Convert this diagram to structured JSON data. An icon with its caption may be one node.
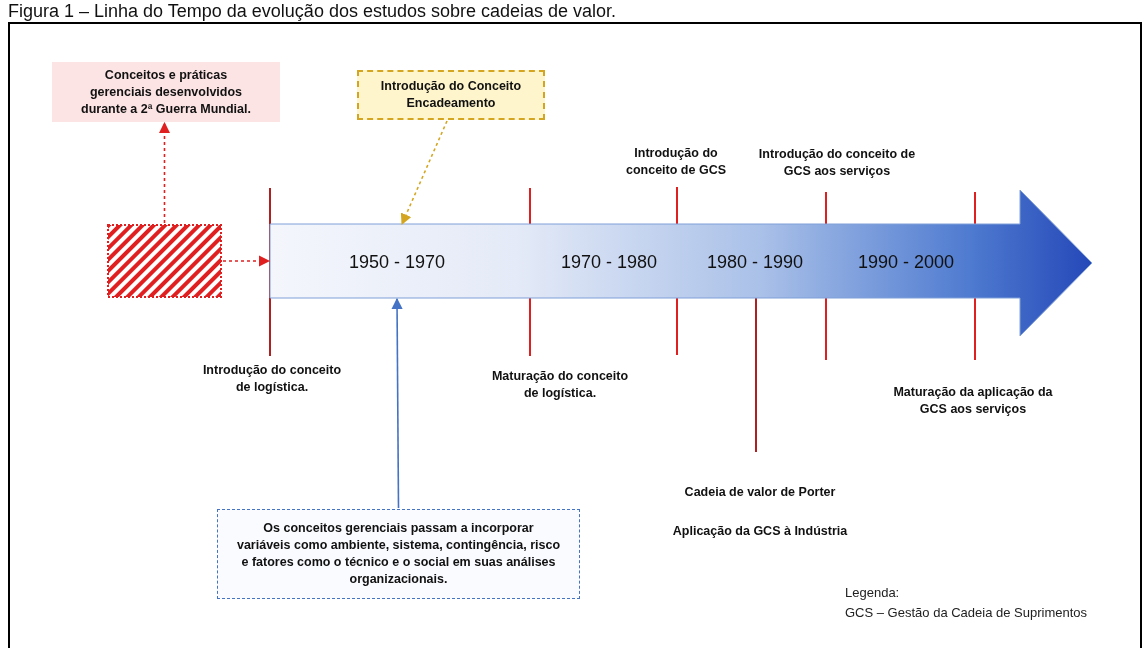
{
  "diagram": {
    "title": "Figura 1 – Linha do Tempo da evolução dos estudos sobre cadeias de valor.",
    "nodes": [
      {
        "text": [
          "Conceitos e práticas gerenciais desenvolvidos durante a 2ª Guerra Mundial."
        ]
      },
      {
        "text": [
          "Introdução do Conceito Encadeamento"
        ]
      },
      {
        "text": [],
        "shape": "box"
      },
      {
        "text": [
          "1950 - 1970",
          "1970 - 1980",
          "1980 - 1990",
          "1990 - 2000"
        ]
      },
      {
        "text": [
          "Os conceitos gerenciais passam a incorporar variáveis como ambiente, sistema, contingência, risco e fatores como o técnico e o social em suas análises organizacionais."
        ]
      }
    ],
    "edges": [
      {
        "from": 2,
        "to": 0,
        "arrow": "to",
        "style": "dashed",
        "color": "#e02020"
      },
      {
        "from": 2,
        "to": 3,
        "arrow": "to",
        "style": "dashed",
        "color": "#e02020"
      },
      {
        "from": 1,
        "to": 3,
        "arrow": "to",
        "style": "dashed",
        "color": "#d4a520"
      },
      {
        "from": 4,
        "to": 3,
        "arrow": "to",
        "color": "#4472c4"
      }
    ],
    "labels": [
      "Introdução do conceito de GCS",
      "Introdução do conceito de GCS aos serviços",
      "Introdução do conceito de logística.",
      "Maturação do conceito de logística.",
      "Maturação da aplicação da GCS aos serviços",
      "Cadeia de valor de Porter",
      "Aplicação da GCS à Indústria",
      "Legenda:",
      "GCS – Gestão da Cadeia de Suprimentos"
    ]
  }
}
